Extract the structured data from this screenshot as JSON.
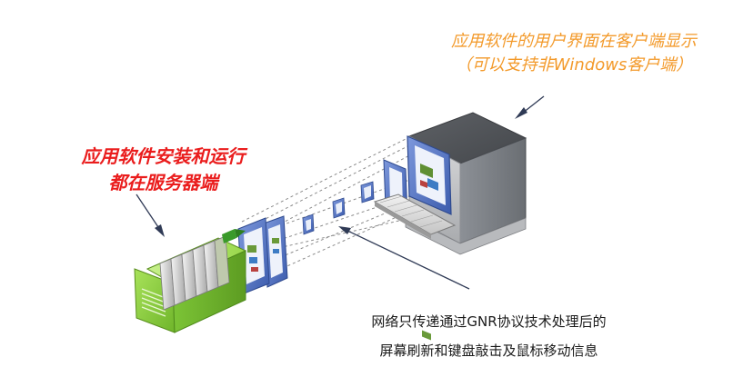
{
  "client_note": {
    "line1": "应用软件的用户界面在客户端显示",
    "line2": "（可以支持非Windows客户端）",
    "color": "#f39a2b"
  },
  "server_note": {
    "line1": "应用软件安装和运行",
    "line2": "都在服务器端",
    "color": "#ea1d1d"
  },
  "network_note": {
    "line1": "网络只传递通过GNR协议技术处理后的",
    "line2": "屏幕刷新和键盘敲击及鼠标移动信息"
  },
  "icons": [
    "server-icon",
    "client-computer-icon",
    "keyboard-icon",
    "screen-frame-icon",
    "arrow-icon"
  ],
  "colors": {
    "server_green": "#8fd33d",
    "frame_blue": "#4d6fc0",
    "computer_gray": "#7b7f84"
  }
}
